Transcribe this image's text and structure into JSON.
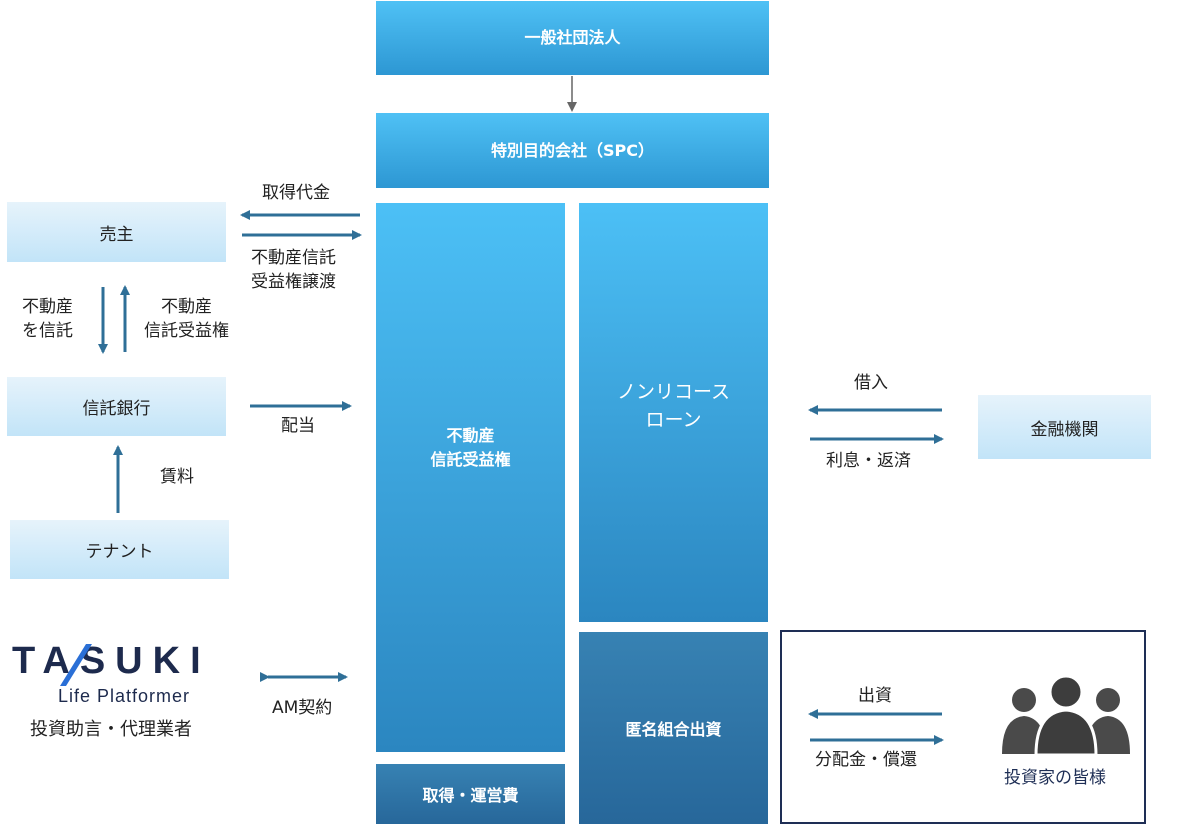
{
  "colors": {
    "light_box": "#c2e4f8",
    "blue_box": "#2a93cf",
    "dark_box": "#27679a",
    "arrow": "#2f6f97",
    "investor_border": "#1e2e55",
    "logo_navy": "#1d2a4d",
    "logo_accent": "#2a6fd6"
  },
  "boxes": {
    "corp": "一般社団法人",
    "spc": "特別目的会社（SPC）",
    "trust_right": "不動産\n信託受益権",
    "nonrecourse": "ノンリコース\nローン",
    "tokumei": "匿名組合出資",
    "acq_cost": "取得・運営費",
    "seller": "売主",
    "trust_bank": "信託銀行",
    "tenant": "テナント",
    "lender": "金融機関"
  },
  "labels": {
    "purchase_price": "取得代金",
    "trust_transfer": "不動産信託\n受益権譲渡",
    "entrust_re": "不動産\nを信託",
    "re_trust_right": "不動産\n信託受益権",
    "dividend": "配当",
    "rent": "賃料",
    "borrowing": "借入",
    "interest_repay": "利息・返済",
    "am_contract": "AM契約",
    "investment": "出資",
    "distribution": "分配金・償還",
    "investors": "投資家の皆様"
  },
  "logo": {
    "brand": "TASUKI",
    "tagline": "Life Platformer",
    "role": "投資助言・代理業者"
  },
  "icons": {
    "investors": "people-group-icon"
  }
}
